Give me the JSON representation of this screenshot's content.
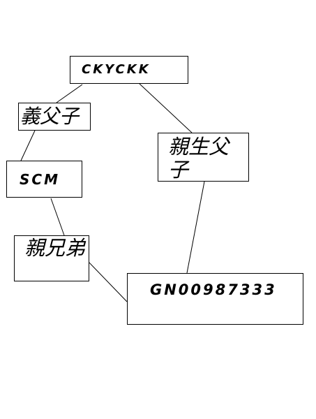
{
  "diagram": {
    "nodes": {
      "ckyckk": "CKYCKK",
      "scm": "SCM",
      "gn": "GN00987333"
    },
    "relations": {
      "adoptive_father_son": "義父子",
      "biological_father_son": "親生父子",
      "siblings": "親兄弟"
    },
    "edges": [
      {
        "from": "ckyckk",
        "to": "scm",
        "label": "adoptive_father_son"
      },
      {
        "from": "ckyckk",
        "to": "gn",
        "label": "biological_father_son"
      },
      {
        "from": "scm",
        "to": "gn",
        "label": "siblings"
      }
    ]
  }
}
